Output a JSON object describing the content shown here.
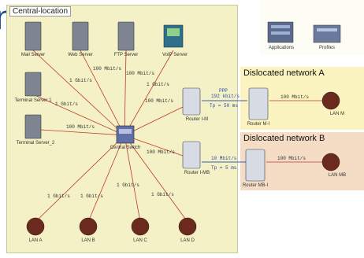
{
  "page_partial_letter": "n",
  "central": {
    "title": "Central-location"
  },
  "net_a": {
    "title": "Dislocated network A"
  },
  "net_b": {
    "title": "Dislocated network B"
  },
  "top_icons": {
    "applications": "Applications",
    "profiles": "Profiles"
  },
  "nodes": {
    "mail": "Mail Server",
    "web": "Web Server",
    "ftp": "FTP Server",
    "voip": "VoIP Server",
    "ts1": "Terminal Server 1",
    "ts2": "Terminal Server_2",
    "switch": "Central Switch",
    "rim": "Router I-M",
    "rimb": "Router I-MB",
    "rmi": "Router M-I",
    "rmbi": "Router MB-I",
    "lanm": "LAN M",
    "lanmb": "LAN MB",
    "lana": "LAN A",
    "lanb": "LAN B",
    "lanc": "LAN C",
    "land": "LAN D"
  },
  "edges": {
    "mail": "1 Gbit/s",
    "web": "100 Mbit/s",
    "ftp": "100 Mbit/s",
    "voip": "1 Gbit/s",
    "ts1": "1 Gbit/s",
    "ts2": "100 Mbit/s",
    "rim": "100 Mbit/s",
    "rimb": "100 Mbit/s",
    "lana": "1 Gbit/s",
    "lanb": "1 Gbit/s",
    "lanc": "1 Gbit/s",
    "land": "1 Gbit/s",
    "ppp_a1": "PPP",
    "ppp_a2": "192 kbit/s",
    "ppp_a3": "Tp = 50 ms",
    "lan_m": "100 Mbit/s",
    "wan_b1": "10 Mbit/s",
    "wan_b2": "Tp = 5 ms",
    "lan_mb": "100 Mbit/s"
  },
  "colors": {
    "central_bg": "#f4f1c6",
    "net_a_bg": "#fbf3c0",
    "net_b_bg": "#f5dcc5",
    "link": "#c0392b",
    "wan_link": "#3b5fb0"
  }
}
